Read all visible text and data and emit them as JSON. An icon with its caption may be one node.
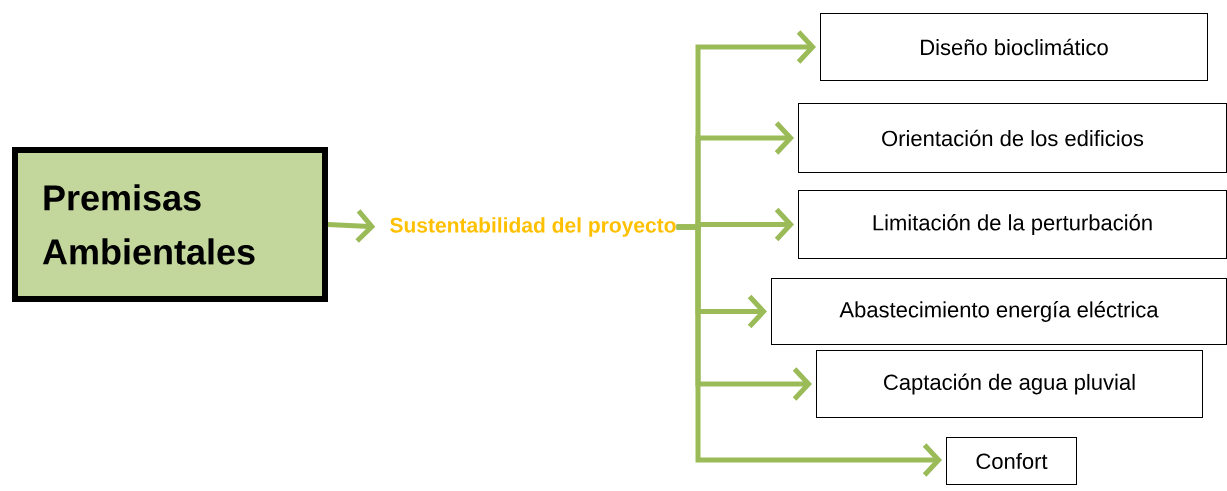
{
  "diagram": {
    "nodes": [
      {
        "text": [
          "Premisas Ambientales"
        ]
      },
      {
        "text": [
          "Sustentabilidad del proyecto"
        ]
      },
      {
        "text": [
          "Diseño bioclimático"
        ]
      },
      {
        "text": [
          "Orientación de los edificios"
        ]
      },
      {
        "text": [
          "Limitación de la perturbación"
        ]
      },
      {
        "text": [
          "Abastecimiento energía eléctrica"
        ]
      },
      {
        "text": [
          "Captación de agua pluvial"
        ]
      },
      {
        "text": [
          "Confort"
        ]
      }
    ],
    "edges": [
      {
        "from": 0,
        "to": 1,
        "arrow": "to"
      },
      {
        "from": 1,
        "to": 2,
        "arrow": "to"
      },
      {
        "from": 1,
        "to": 3,
        "arrow": "to"
      },
      {
        "from": 1,
        "to": 4,
        "arrow": "to"
      },
      {
        "from": 1,
        "to": 5,
        "arrow": "to"
      },
      {
        "from": 1,
        "to": 6,
        "arrow": "to"
      },
      {
        "from": 1,
        "to": 7,
        "arrow": "to"
      }
    ]
  }
}
